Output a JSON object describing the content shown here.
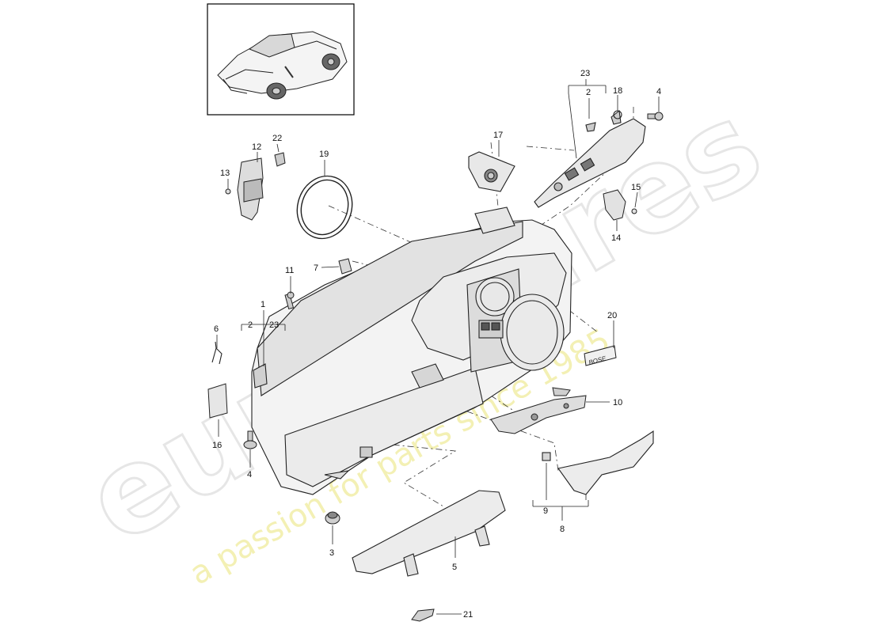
{
  "watermark": {
    "brand": "eurospares",
    "tagline": "a passion for parts since 1985"
  },
  "callouts": {
    "c1": "1",
    "c2a": "2",
    "c23a": "23",
    "c2b": "2",
    "c23b": "23",
    "c18": "18",
    "c4a": "4",
    "c3": "3",
    "c4b": "4",
    "c5": "5",
    "c6": "6",
    "c7": "7",
    "c8": "8",
    "c9": "9",
    "c10": "10",
    "c11": "11",
    "c12": "12",
    "c13": "13",
    "c14": "14",
    "c15": "15",
    "c16": "16",
    "c17": "17",
    "c19": "19",
    "c20": "20",
    "c21": "21",
    "c22": "22"
  },
  "badge_text": "BOSE"
}
